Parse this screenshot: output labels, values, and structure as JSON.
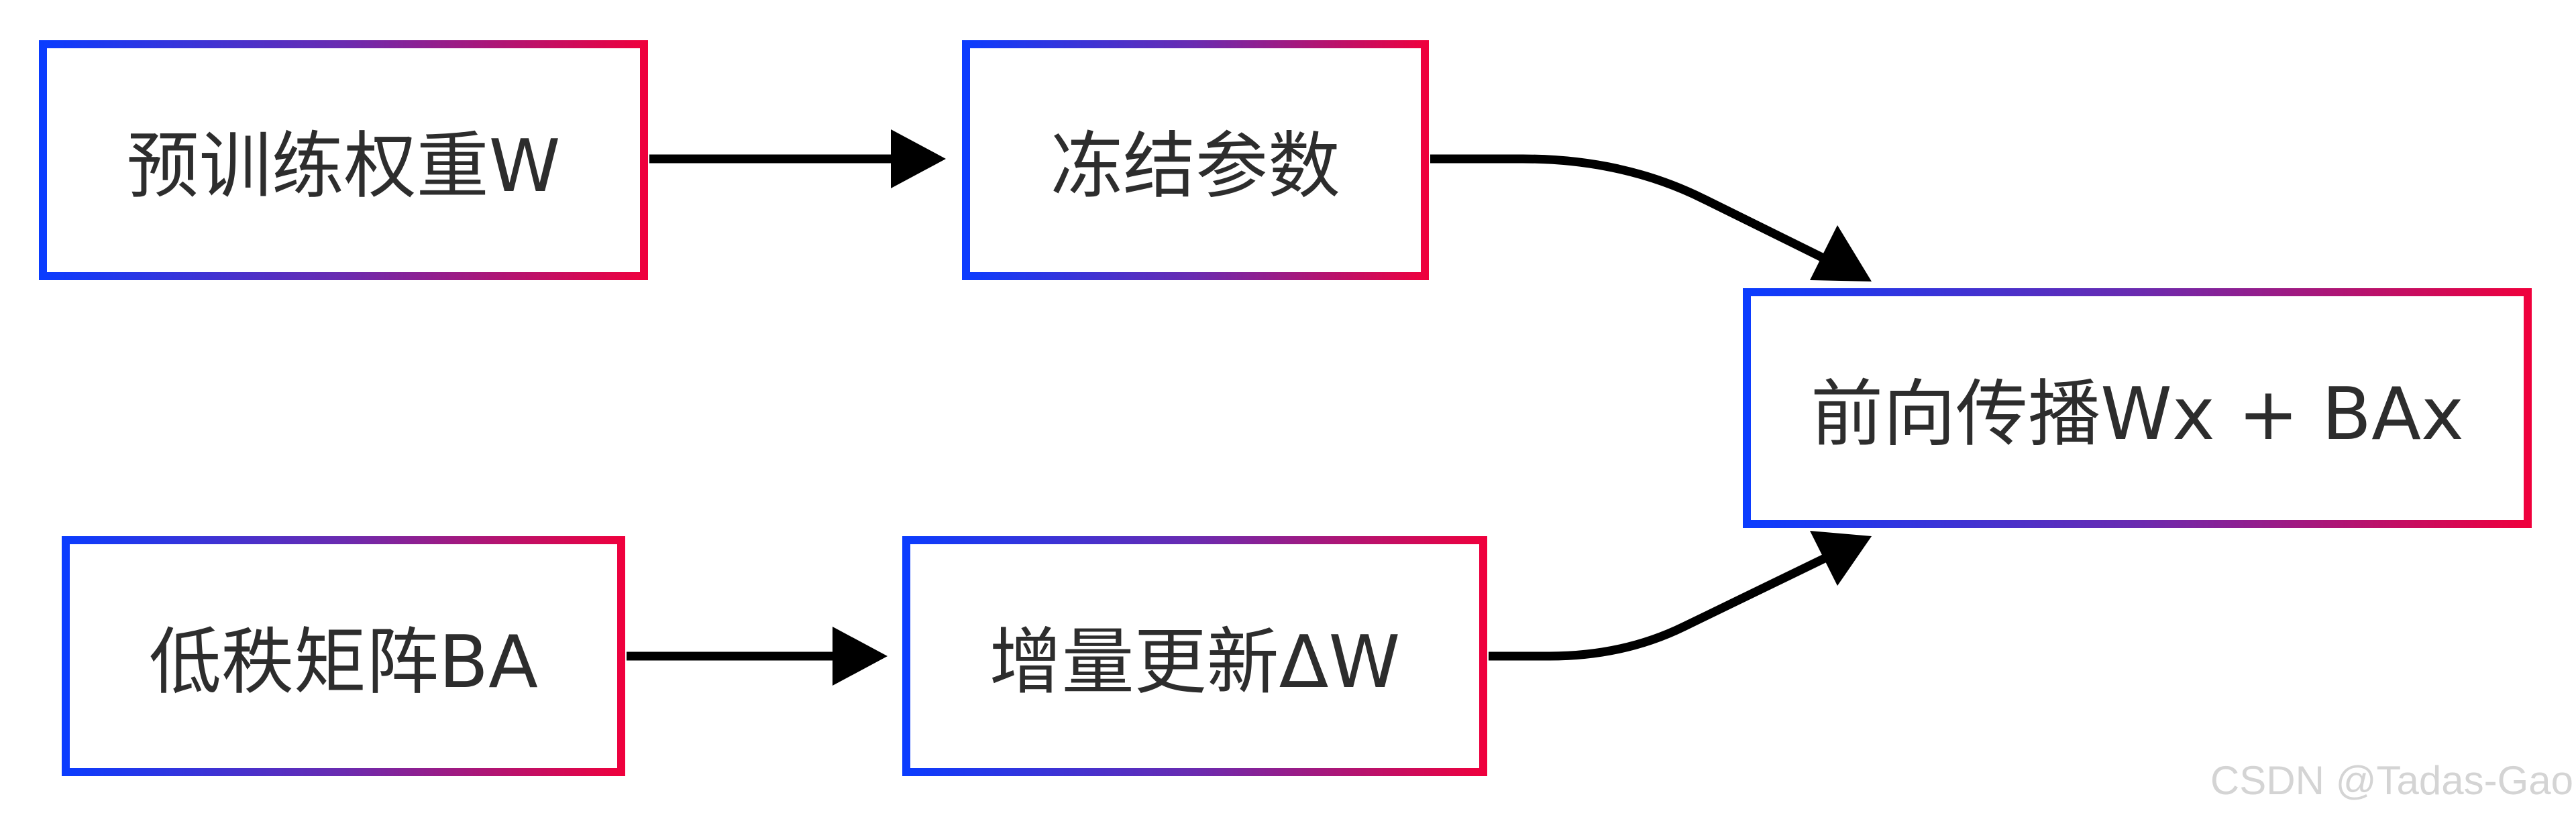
{
  "diagram": {
    "nodes": [
      {
        "id": "pretrained",
        "label": "预训练权重W"
      },
      {
        "id": "freeze",
        "label": "冻结参数"
      },
      {
        "id": "lowrank",
        "label": "低秩矩阵BA"
      },
      {
        "id": "delta",
        "label": "增量更新ΔW"
      },
      {
        "id": "forward",
        "label": "前向传播Wx + BAx"
      }
    ],
    "edges": [
      {
        "from": "pretrained",
        "to": "freeze"
      },
      {
        "from": "freeze",
        "to": "forward"
      },
      {
        "from": "lowrank",
        "to": "delta"
      },
      {
        "from": "delta",
        "to": "forward"
      }
    ],
    "colors": {
      "border_start": "#0a3cff",
      "border_end": "#f0003c",
      "arrow": "#000000",
      "text": "#2d2d2d"
    }
  },
  "watermark": "CSDN @Tadas-Gao"
}
